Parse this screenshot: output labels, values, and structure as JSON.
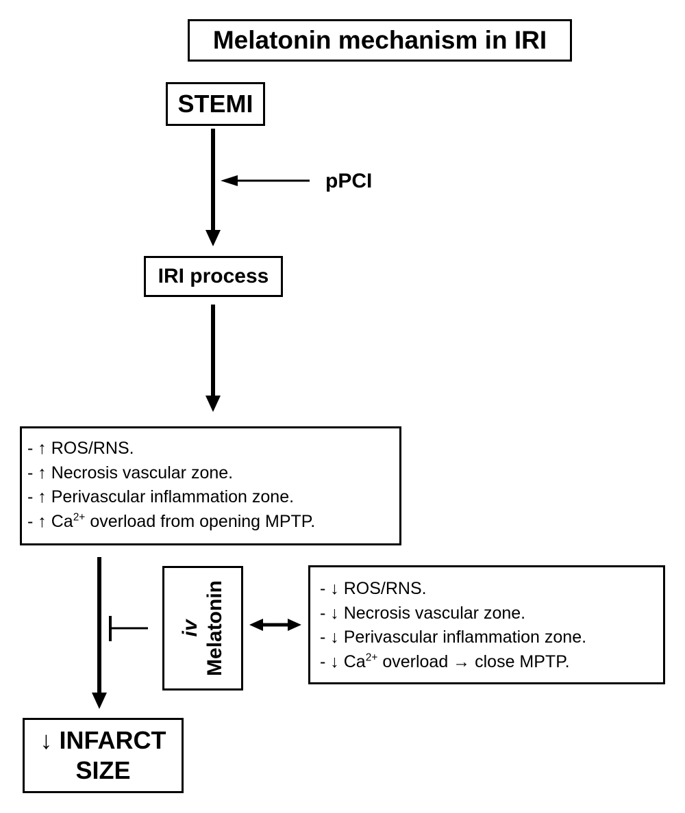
{
  "title": "Melatonin mechanism in IRI",
  "nodes": {
    "stemi": "STEMI",
    "ppci": "pPCI",
    "iri_process": "IRI process",
    "melatonin_route": "iv",
    "melatonin": "Melatonin",
    "infarct_arrow": "↓",
    "infarct_line1": "INFARCT",
    "infarct_line2": "SIZE"
  },
  "effects_increase": [
    {
      "prefix": "- ↑ ",
      "text": "ROS/RNS."
    },
    {
      "prefix": "- ↑ ",
      "text": "Necrosis vascular zone."
    },
    {
      "prefix": "- ↑ ",
      "text": "Perivascular inflammation zone."
    },
    {
      "prefix": "- ↑ ",
      "text": "Ca",
      "sup": "2+",
      "suffix": " overload from opening MPTP."
    }
  ],
  "effects_decrease": [
    {
      "prefix": "- ↓ ",
      "text": "ROS/RNS."
    },
    {
      "prefix": "- ↓ ",
      "text": "Necrosis vascular zone."
    },
    {
      "prefix": "- ↓ ",
      "text": "Perivascular inflammation zone."
    },
    {
      "prefix": "- ↓ ",
      "text": "Ca",
      "sup": "2+",
      "suffix": " overload → close MPTP."
    }
  ]
}
